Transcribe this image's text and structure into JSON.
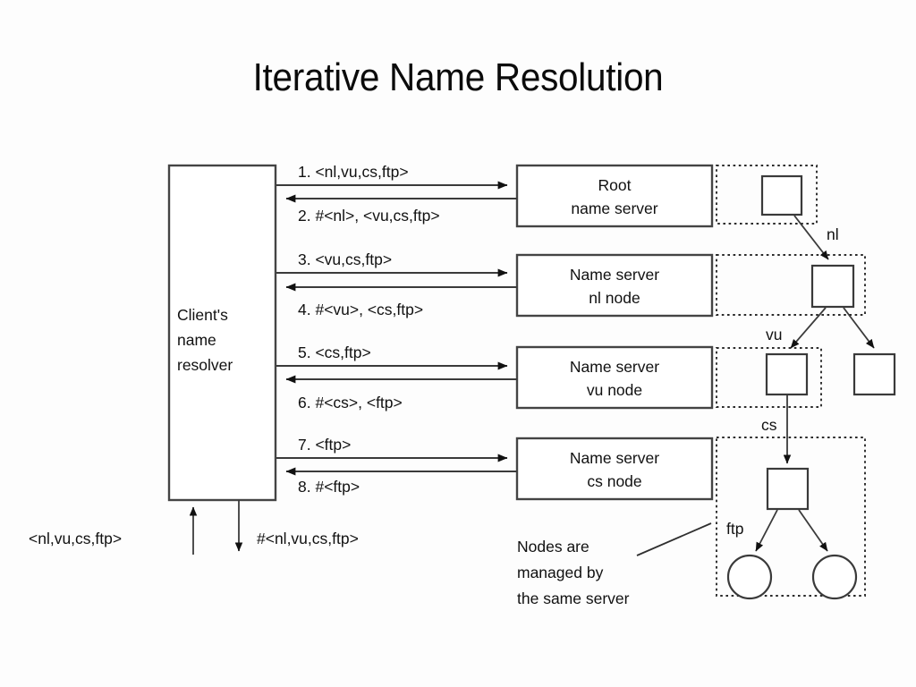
{
  "slide": {
    "title": "Iterative Name Resolution",
    "background_color": "#fdfdfd",
    "ink_color": "#111111"
  },
  "diagram": {
    "client": {
      "label_lines": [
        "Client's",
        "name",
        "resolver"
      ],
      "label_full": "Client's name resolver"
    },
    "servers": [
      {
        "id": "root",
        "line1": "Root",
        "line2": "name server"
      },
      {
        "id": "nl",
        "line1": "Name server",
        "line2": "nl node"
      },
      {
        "id": "vu",
        "line1": "Name server",
        "line2": "vu node"
      },
      {
        "id": "cs",
        "line1": "Name server",
        "line2": "cs node"
      }
    ],
    "messages": [
      {
        "n": "1",
        "text": "1. <nl,vu,cs,ftp>",
        "direction": "request"
      },
      {
        "n": "2",
        "text": "2. #<nl>, <vu,cs,ftp>",
        "direction": "response"
      },
      {
        "n": "3",
        "text": "3. <vu,cs,ftp>",
        "direction": "request"
      },
      {
        "n": "4",
        "text": "4. #<vu>, <cs,ftp>",
        "direction": "response"
      },
      {
        "n": "5",
        "text": "5. <cs,ftp>",
        "direction": "request"
      },
      {
        "n": "6",
        "text": "6. #<cs>, <ftp>",
        "direction": "response"
      },
      {
        "n": "7",
        "text": "7. <ftp>",
        "direction": "request"
      },
      {
        "n": "8",
        "text": "8. #<ftp>",
        "direction": "response"
      }
    ],
    "client_io": {
      "input_label": "<nl,vu,cs,ftp>",
      "output_label": "#<nl,vu,cs,ftp>"
    },
    "tree_edge_labels": [
      {
        "id": "nl-edge",
        "label": "nl"
      },
      {
        "id": "vu-edge",
        "label": "vu"
      },
      {
        "id": "cs-edge",
        "label": "cs"
      },
      {
        "id": "ftp-edge",
        "label": "ftp"
      }
    ],
    "annotation": {
      "lines": [
        "Nodes are",
        "managed by",
        "the same server"
      ],
      "full": "Nodes are managed by the same server"
    }
  }
}
